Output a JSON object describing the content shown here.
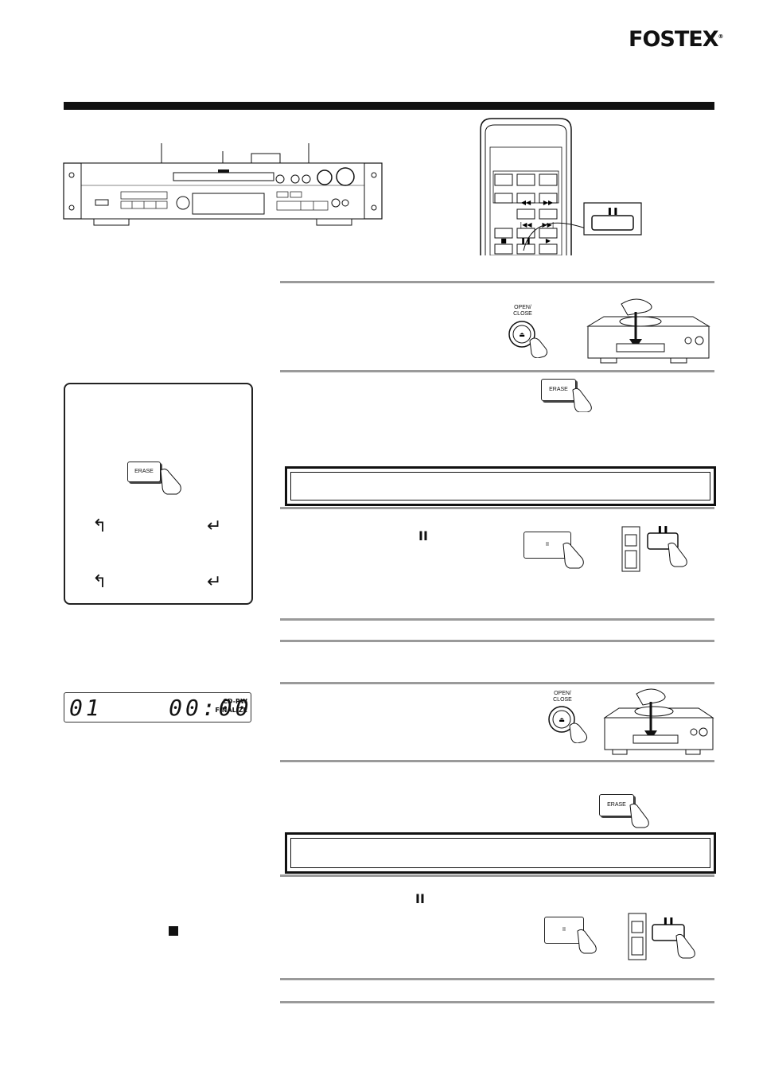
{
  "header": {
    "brand": "FOSTEX"
  },
  "figures": {
    "open_close_label_line1": "OPEN/",
    "open_close_label_line2": "CLOSE",
    "erase_label": "ERASE",
    "pause_symbol": "II"
  },
  "side_panel": {
    "erase_label": "ERASE"
  },
  "display": {
    "track": "01",
    "time": "00:00",
    "disc_type": "CD-RW",
    "status": "FINALIZE"
  },
  "steps": {
    "pause_symbol_1": "II",
    "pause_symbol_2": "II"
  }
}
